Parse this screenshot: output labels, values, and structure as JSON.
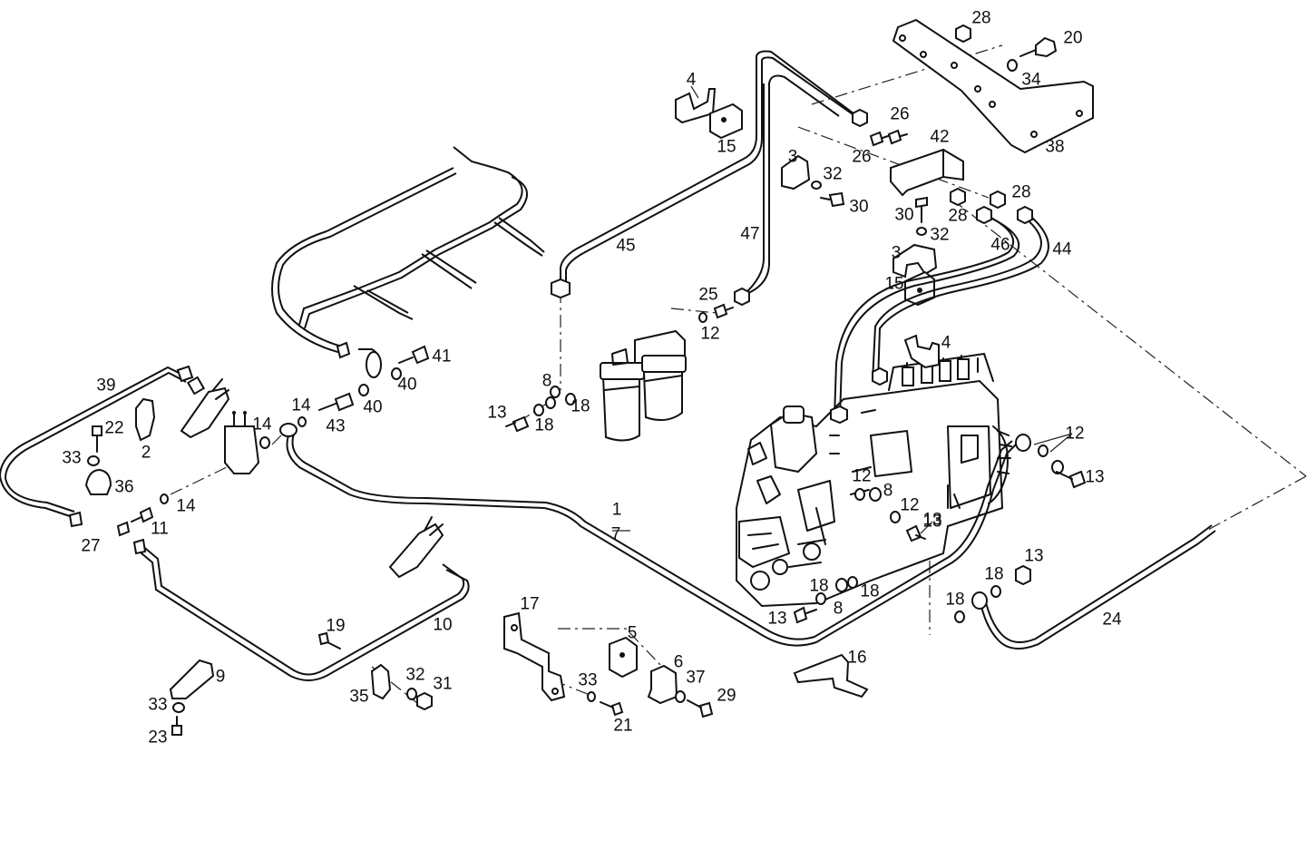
{
  "callouts": [
    "28",
    "20",
    "34",
    "38",
    "4",
    "15",
    "26",
    "26",
    "42",
    "3",
    "32",
    "30",
    "30",
    "28",
    "28",
    "32",
    "46",
    "44",
    "45",
    "47",
    "3",
    "15",
    "25",
    "12",
    "4",
    "41",
    "40",
    "40",
    "39",
    "22",
    "2",
    "14",
    "14",
    "43",
    "8",
    "18",
    "13",
    "18",
    "33",
    "36",
    "14",
    "11",
    "27",
    "12",
    "13",
    "12",
    "8",
    "12",
    "13",
    "1",
    "7",
    "13",
    "18",
    "18",
    "18",
    "8",
    "18",
    "13",
    "24",
    "13",
    "19",
    "10",
    "17",
    "5",
    "6",
    "16",
    "37",
    "29",
    "33",
    "21",
    "32",
    "31",
    "35",
    "9",
    "33",
    "23"
  ]
}
